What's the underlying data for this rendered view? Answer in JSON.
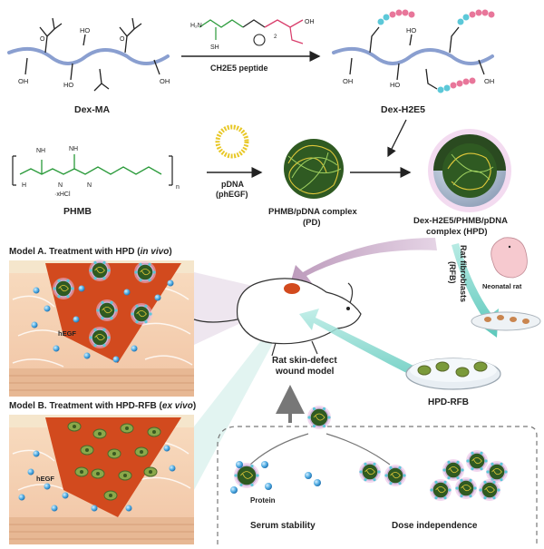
{
  "top": {
    "dexma_label": "Dex-MA",
    "dexh2e5_label": "Dex-H2E5",
    "peptide_arrow_label": "CH2E5 peptide",
    "oh": "OH",
    "ho": "HO",
    "o": "O",
    "sh": "SH",
    "h2n": "H₂N",
    "oh_acid": "OH",
    "peptide_n": "2"
  },
  "middle": {
    "phmb_label": "PHMB",
    "phmb_nh": "NH",
    "phmb_h": "H",
    "phmb_n": "N",
    "phmb_xhcl": "·xHCl",
    "phmb_subscript": "n",
    "pdna_label": "pDNA",
    "phegf_label": "(phEGF)",
    "pd_label_line1": "PHMB/pDNA complex",
    "pd_label_line2": "(PD)",
    "hpd_label_line1": "Dex-H2E5/PHMB/pDNA",
    "hpd_label_line2": "complex (HPD)"
  },
  "right": {
    "rfb_label_line1": "Rat fibroblasts",
    "rfb_label_line2": "(RFB)",
    "neonatal_label": "Neonatal rat",
    "hpd_rfb_label": "HPD-RFB"
  },
  "center": {
    "wound_model_line1": "Rat skin-defect",
    "wound_model_line2": "wound model"
  },
  "models": {
    "a_prefix": "Model A. Treatment with HPD (",
    "a_italic": "in vivo",
    "a_suffix": ")",
    "b_prefix": "Model B. Treatment with HPD-RFB (",
    "b_italic": "ex vivo",
    "b_suffix": ")",
    "hegf_a": "hEGF",
    "hegf_b": "hEGF"
  },
  "bottom": {
    "protein_label": "Protein",
    "serum_label": "Serum stability",
    "dose_label": "Dose independence"
  },
  "colors": {
    "dextran_backbone": "#8a9fd0",
    "peptide_pink": "#e8769a",
    "peptide_cyan": "#5cc8d8",
    "phmb_green": "#2a9a3a",
    "wound_red": "#d24a1e",
    "model_a_title": "#a98aa8",
    "model_b_title": "#3ab0a8",
    "arrow_teal": "#7fd0c8",
    "arrow_mauve": "#c9a8c8"
  }
}
